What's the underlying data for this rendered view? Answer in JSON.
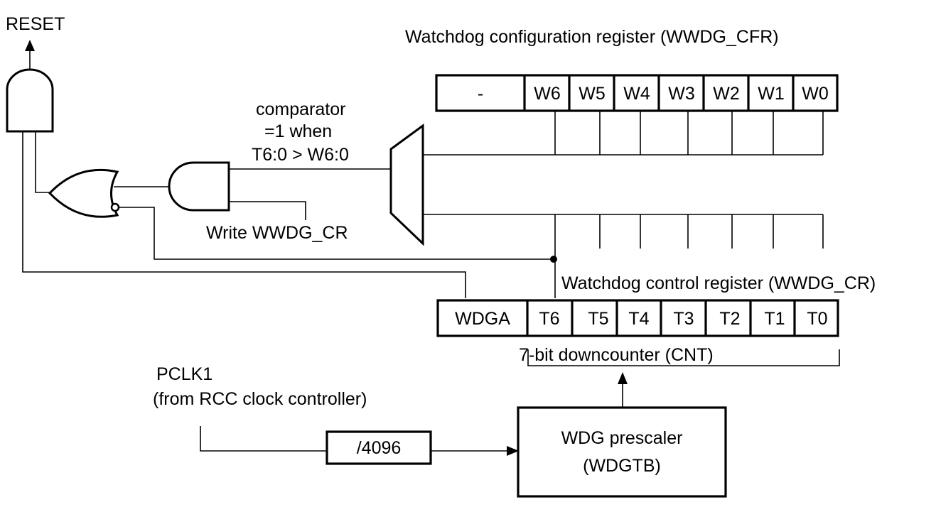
{
  "labels": {
    "reset": "RESET",
    "cfr_title": "Watchdog configuration register (WWDG_CFR)",
    "cr_title": "Watchdog control register (WWDG_CR)",
    "comparator_line1": "comparator",
    "comparator_line2": "=1 when",
    "comparator_line3": "T6:0 > W6:0",
    "write_cr": "Write WWDG_CR",
    "downcounter": "7-bit downcounter (CNT)",
    "pclk_line1": "PCLK1",
    "pclk_line2": "(from RCC clock controller)",
    "divider": "/4096",
    "prescaler_line1": "WDG prescaler",
    "prescaler_line2": "(WDGTB)"
  },
  "cfr_cells": [
    "-",
    "W6",
    "W5",
    "W4",
    "W3",
    "W2",
    "W1",
    "W0"
  ],
  "cr_cells": [
    "WDGA",
    "T6",
    "T5",
    "T4",
    "T3",
    "T2",
    "T1",
    "T0"
  ]
}
